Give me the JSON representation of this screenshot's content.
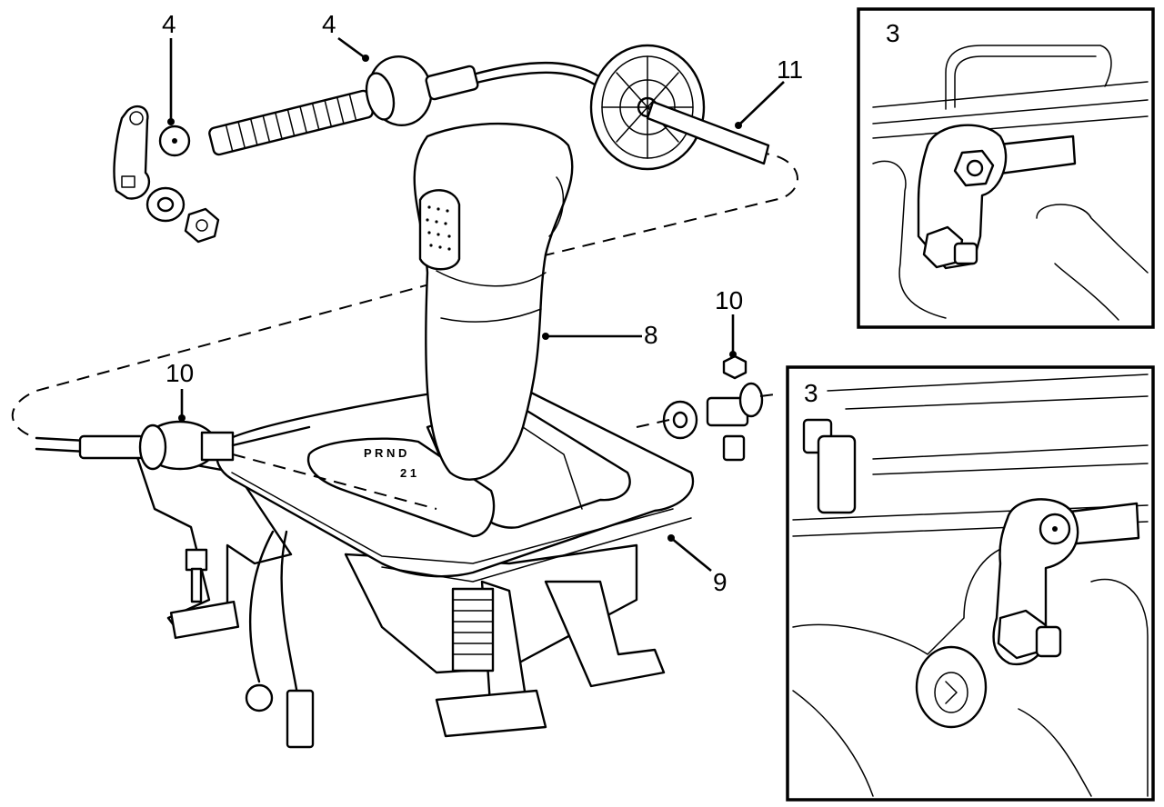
{
  "callouts": {
    "cable_end_a": "4",
    "cable_end_b": "4",
    "selector_cable": "11",
    "shift_lever": "8",
    "lock_nut_right": "10",
    "lock_nut_left": "10",
    "housing_plate": "9",
    "inset_top": "3",
    "inset_bottom": "3"
  }
}
